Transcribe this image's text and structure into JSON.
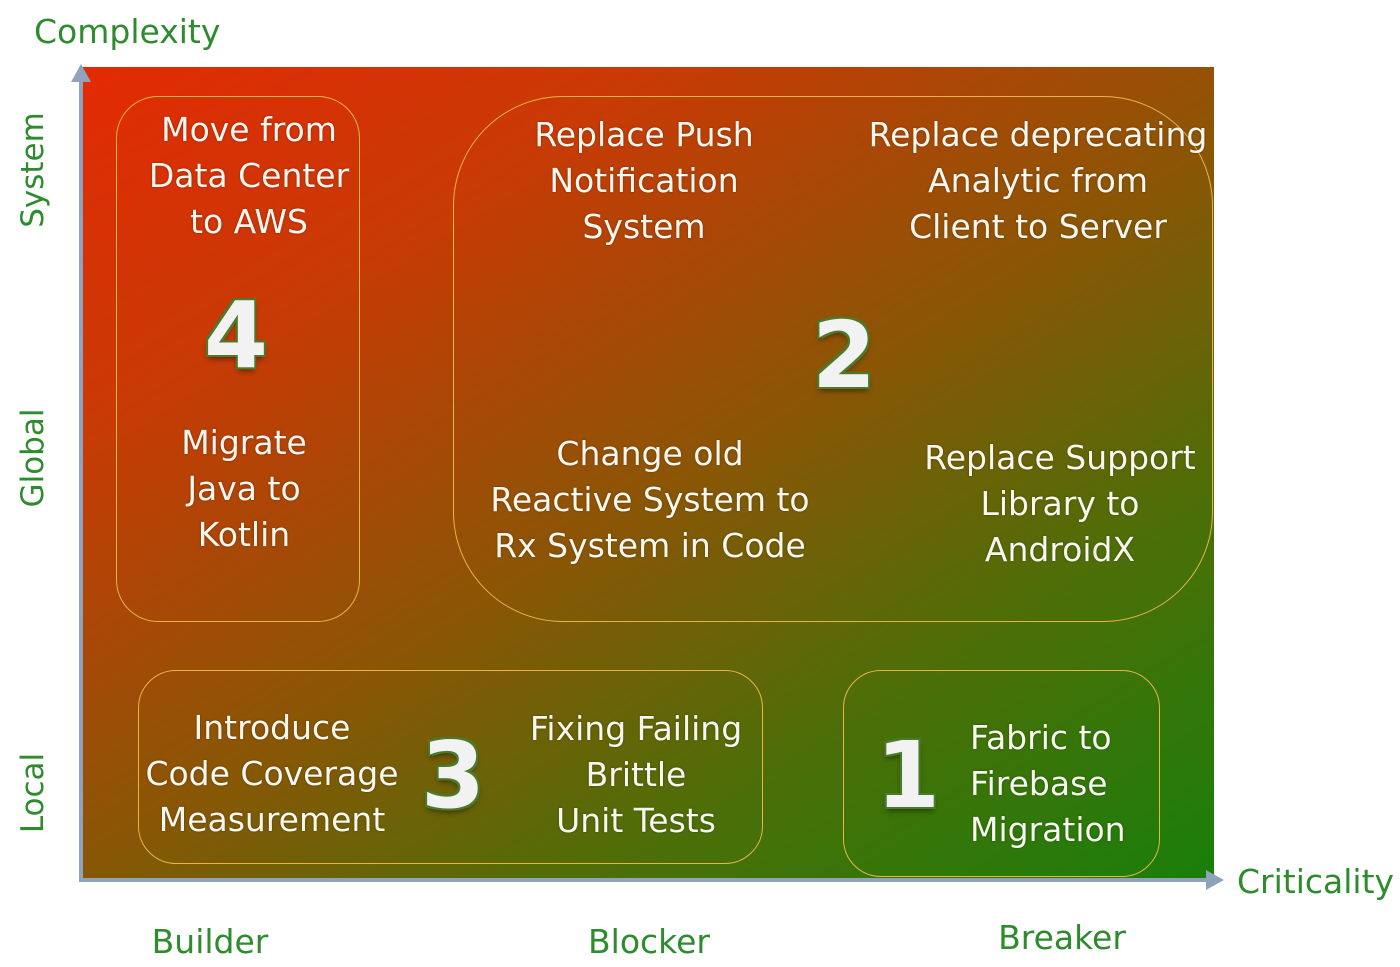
{
  "axes": {
    "y_title": "Complexity",
    "x_title": "Criticality",
    "y_levels": [
      "System",
      "Global",
      "Local"
    ],
    "x_levels": [
      "Builder",
      "Blocker",
      "Breaker"
    ]
  },
  "groups": [
    {
      "number": "4",
      "items": [
        "Move from\nData Center\nto AWS",
        "Migrate\nJava to\nKotlin"
      ]
    },
    {
      "number": "2",
      "items": [
        "Replace Push\nNotification\nSystem",
        "Replace deprecating\nAnalytic from\nClient to Server",
        "Change old\nReactive System to\nRx System in Code",
        "Replace Support\nLibrary to\nAndroidX"
      ]
    },
    {
      "number": "3",
      "items": [
        "Introduce\nCode Coverage\nMeasurement",
        "Fixing Failing\nBrittle\nUnit Tests"
      ]
    },
    {
      "number": "1",
      "items": [
        "Fabric to\nFirebase\nMigration"
      ]
    }
  ],
  "colors": {
    "label_green": "#2e8b2e",
    "gradient_start": "#e32a05",
    "gradient_end": "#197f0a",
    "box_border": "#e8b34a"
  }
}
